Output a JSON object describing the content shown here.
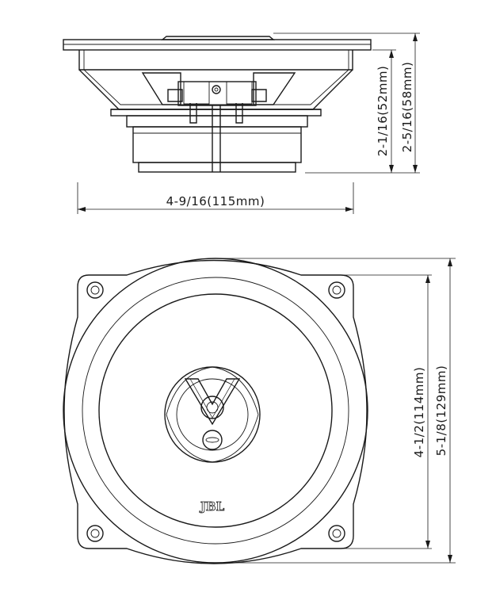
{
  "dimensions": {
    "overall_width": "4-9/16(115mm)",
    "depth_inner": "2-1/16(52mm)",
    "depth_total": "2-5/16(58mm)",
    "cone_diameter": "4-1/2(114mm)",
    "frame_height": "5-1/8(129mm)"
  },
  "brand_logo": "JBL"
}
